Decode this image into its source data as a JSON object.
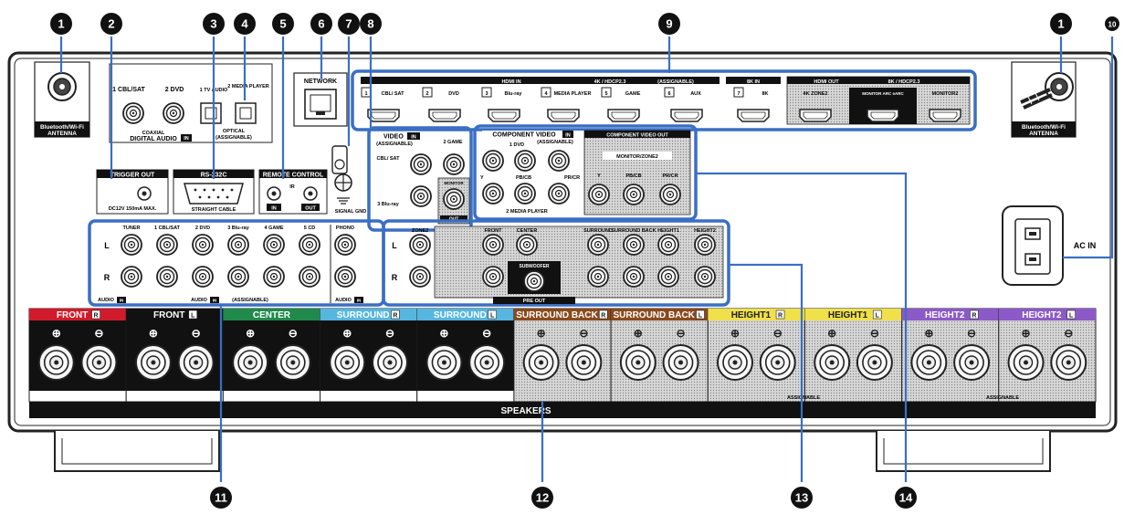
{
  "callouts": [
    {
      "id": "c1a",
      "num": "1"
    },
    {
      "id": "c2",
      "num": "2"
    },
    {
      "id": "c3",
      "num": "3"
    },
    {
      "id": "c4",
      "num": "4"
    },
    {
      "id": "c5",
      "num": "5"
    },
    {
      "id": "c6",
      "num": "6"
    },
    {
      "id": "c7",
      "num": "7"
    },
    {
      "id": "c8",
      "num": "8"
    },
    {
      "id": "c9",
      "num": "9"
    },
    {
      "id": "c1b",
      "num": "1"
    },
    {
      "id": "c10",
      "num": "10"
    },
    {
      "id": "c11",
      "num": "11"
    },
    {
      "id": "c12",
      "num": "12"
    },
    {
      "id": "c13",
      "num": "13"
    },
    {
      "id": "c14",
      "num": "14"
    }
  ],
  "antenna": {
    "line1": "Bluetooth/Wi-Fi",
    "line2": "ANTENNA"
  },
  "digital_audio": {
    "title": "DIGITAL AUDIO",
    "in": "IN",
    "coax_label": "COAXIAL",
    "optical_label": "OPTICAL",
    "assignable": "(ASSIGNABLE)",
    "inputs": [
      "1 CBL/SAT",
      "2 DVD",
      "1 TV AUDIO",
      "2 MEDIA PLAYER"
    ]
  },
  "network": {
    "label": "NETWORK"
  },
  "hdmi": {
    "title": "HDMI",
    "in": "IN",
    "spec": "4K / HDCP2.3",
    "assignable": "(ASSIGNABLE)",
    "inputs": [
      {
        "num": "1",
        "name": "CBL/ SAT"
      },
      {
        "num": "2",
        "name": "DVD"
      },
      {
        "num": "3",
        "name": "Blu-ray"
      },
      {
        "num": "4",
        "name": "MEDIA PLAYER"
      },
      {
        "num": "5",
        "name": "GAME"
      },
      {
        "num": "6",
        "name": "AUX"
      }
    ],
    "k8_title": "8K",
    "k8_in": "IN",
    "k8_input": {
      "num": "7",
      "name": "8K"
    },
    "out_title": "HDMI",
    "out": "OUT",
    "out_spec": "8K / HDCP2.3",
    "outputs": [
      "4K ZONE2",
      "MONITOR ARC eARC",
      "MONITOR2"
    ]
  },
  "trigger": {
    "title": "TRIGGER",
    "out": "OUT",
    "note": "DC12V 150mA MAX."
  },
  "rs232": {
    "title": "RS-232C",
    "note": "STRAIGHT CABLE"
  },
  "remote": {
    "title": "REMOTE CONTROL",
    "ir": "IR",
    "in": "IN",
    "out": "OUT"
  },
  "signal_gnd": {
    "label": "SIGNAL GND"
  },
  "video": {
    "title": "VIDEO",
    "in": "IN",
    "assignable": "(ASSIGNABLE)",
    "inputs": [
      "CBL/ SAT",
      "2 GAME",
      "3 Blu-ray"
    ],
    "monitor": "MONITOR",
    "out": "OUT"
  },
  "component": {
    "title": "COMPONENT VIDEO",
    "in": "IN",
    "assignable": "(ASSIGNABLE)",
    "in1": "1 DVD",
    "in2": "2 MEDIA PLAYER",
    "ch": [
      "Y",
      "PB/CB",
      "PR/CR"
    ],
    "out_title": "COMPONENT VIDEO",
    "out": "OUT",
    "monitor": "MONITOR/ZONE2"
  },
  "audio_in": {
    "title": "AUDIO",
    "in": "IN",
    "assignable": "(ASSIGNABLE)",
    "inputs": [
      "TUNER",
      "1 CBL/SAT",
      "2 DVD",
      "3 Blu-ray",
      "4 GAME",
      "5 CD",
      "PHONO"
    ],
    "l": "L",
    "r": "R"
  },
  "pre_out": {
    "title": "PRE OUT",
    "zone2": "ZONE2",
    "channels": [
      "FRONT",
      "CENTER",
      "SURROUND",
      "SURROUND BACK",
      "HEIGHT1",
      "HEIGHT2"
    ],
    "subwoofer": "SUBWOOFER"
  },
  "ac_in": {
    "label": "AC IN"
  },
  "speakers": {
    "title": "SPEAKERS",
    "assignable": "ASSIGNABLE",
    "terminals": [
      {
        "name": "FRONT",
        "side": "R"
      },
      {
        "name": "FRONT",
        "side": "L"
      },
      {
        "name": "CENTER",
        "side": ""
      },
      {
        "name": "SURROUND",
        "side": "R"
      },
      {
        "name": "SURROUND",
        "side": "L"
      },
      {
        "name": "SURROUND BACK",
        "side": "R"
      },
      {
        "name": "SURROUND BACK",
        "side": "L"
      },
      {
        "name": "HEIGHT1",
        "side": "R"
      },
      {
        "name": "HEIGHT1",
        "side": "L"
      },
      {
        "name": "HEIGHT2",
        "side": "R"
      },
      {
        "name": "HEIGHT2",
        "side": "L"
      }
    ]
  },
  "colors": {
    "highlight": "#3a6fc4",
    "front_r": "#d11a2a",
    "front_l": "#111111",
    "center": "#1f8a4c",
    "surround": "#55b6e0",
    "surround_back": "#8a4a1c",
    "height1": "#f0e04a",
    "height2": "#8c5ac8"
  }
}
